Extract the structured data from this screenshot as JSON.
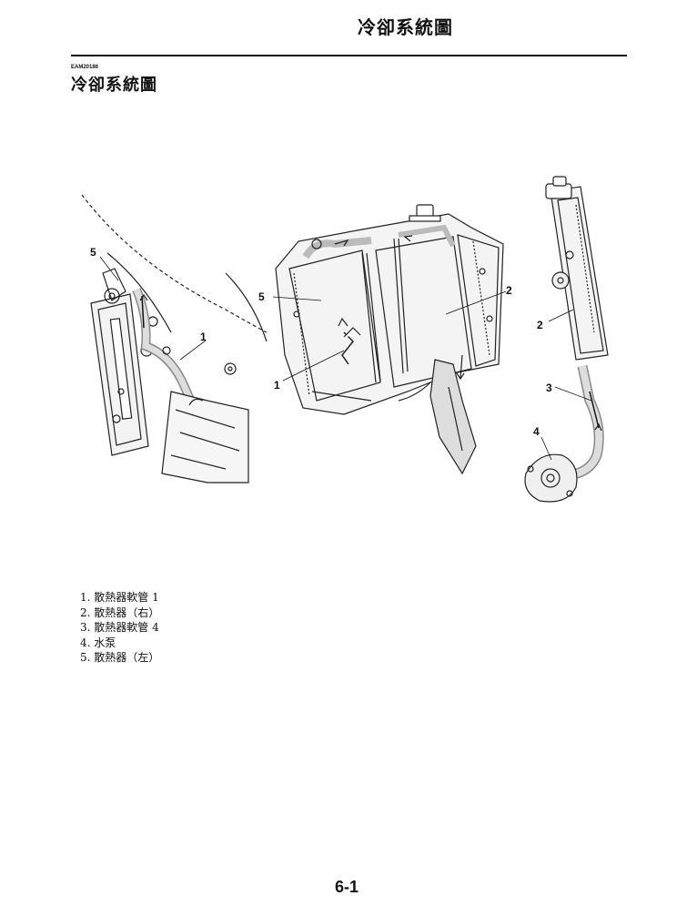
{
  "header": {
    "title": "冷卻系統圖"
  },
  "section": {
    "ref_code": "EAM20186",
    "title": "冷卻系統圖"
  },
  "figure": {
    "callouts": {
      "left_5": "5",
      "left_1": "1",
      "center_5": "5",
      "center_2": "2",
      "center_1": "1",
      "right_2": "2",
      "right_3": "3",
      "right_4": "4"
    }
  },
  "legend": [
    "1. 散熱器軟管 1",
    "2. 散熱器（右）",
    "3. 散熱器軟管 4",
    "4. 水泵",
    "5. 散熱器（左）"
  ],
  "footer": {
    "page_number": "6-1"
  }
}
